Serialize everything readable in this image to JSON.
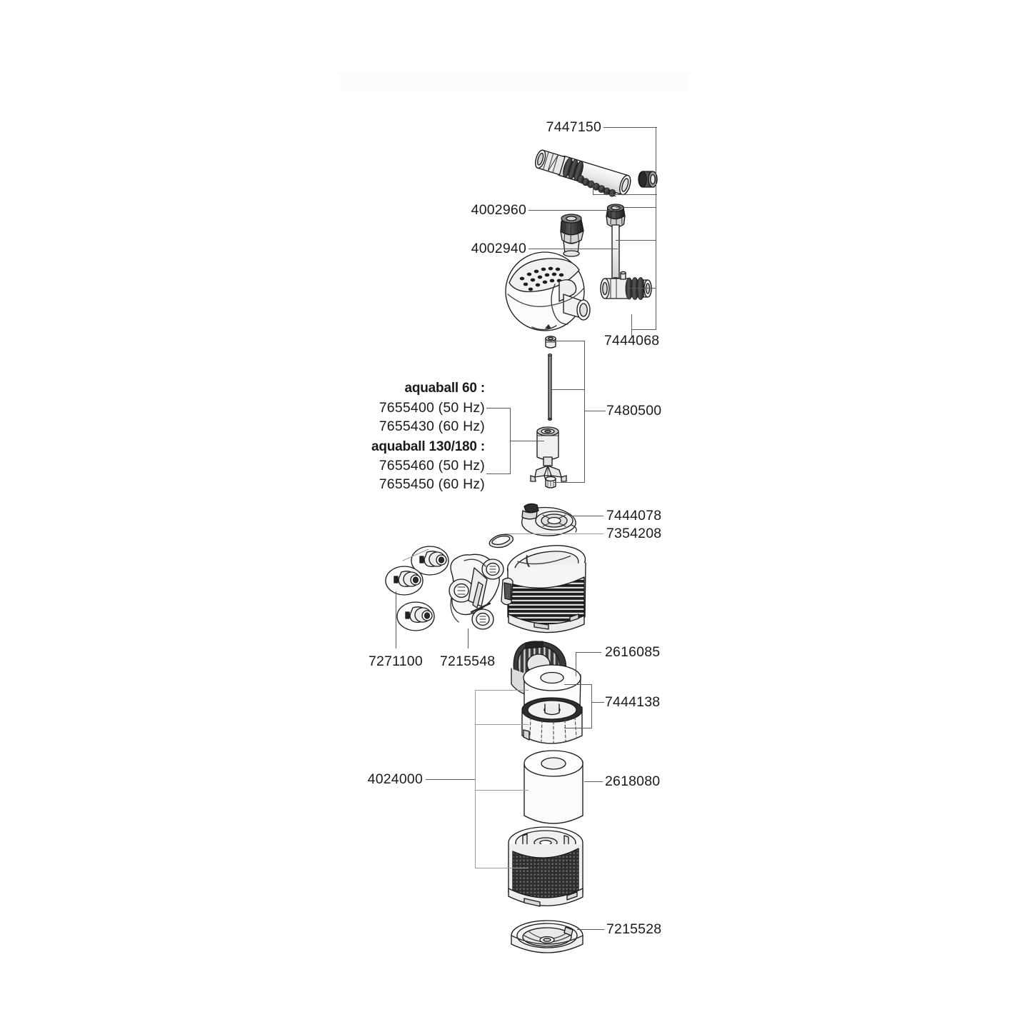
{
  "document": {
    "kind": "exploded-parts-diagram",
    "product_family": "aquaball internal filter",
    "background": "#ffffff",
    "line_color": "#5a5a5a",
    "text_color": "#1a1a1a"
  },
  "labels": {
    "spray_bar": "7447150",
    "suction_elbow": "4002960",
    "ball_head": "4002940",
    "hose_connector": "7444068",
    "pump_assembly": "7480500",
    "pump_cover": "7444078",
    "o_ring": "7354208",
    "suction_cups": "7271100",
    "bracket": "7215548",
    "foam_top": "2616085",
    "motor_block_set": "7444138",
    "foam_cartridge": "2618080",
    "filter_media_set": "4024000",
    "base_plate": "7215528"
  },
  "motor_group": {
    "heading_60": "aquaball 60 :",
    "item_60_50hz": "7655400 (50 Hz)",
    "item_60_60hz": "7655430 (60 Hz)",
    "heading_130_180": "aquaball 130/180 :",
    "item_130_50hz": "7655460 (50 Hz)",
    "item_130_60hz": "7655450 (60 Hz)"
  },
  "parts_list": [
    {
      "number": "7447150",
      "group": "spray-bar"
    },
    {
      "number": "4002960",
      "group": "suction-elbow"
    },
    {
      "number": "4002940",
      "group": "ball-head"
    },
    {
      "number": "7444068",
      "group": "hose-connector"
    },
    {
      "number": "7480500",
      "group": "pump-assembly"
    },
    {
      "number": "7655400",
      "group": "motor-aquaball-60-50hz"
    },
    {
      "number": "7655430",
      "group": "motor-aquaball-60-60hz"
    },
    {
      "number": "7655460",
      "group": "motor-aquaball-130-180-50hz"
    },
    {
      "number": "7655450",
      "group": "motor-aquaball-130-180-60hz"
    },
    {
      "number": "7444078",
      "group": "pump-cover"
    },
    {
      "number": "7354208",
      "group": "o-ring"
    },
    {
      "number": "7271100",
      "group": "suction-cups"
    },
    {
      "number": "7215548",
      "group": "mounting-bracket"
    },
    {
      "number": "2616085",
      "group": "foam-top"
    },
    {
      "number": "7444138",
      "group": "motor-block-set"
    },
    {
      "number": "2618080",
      "group": "foam-cartridge"
    },
    {
      "number": "4024000",
      "group": "filter-media-set"
    },
    {
      "number": "7215528",
      "group": "base-plate"
    }
  ]
}
